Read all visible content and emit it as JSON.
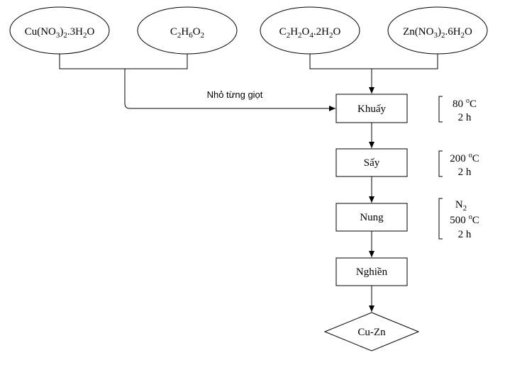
{
  "reagents": {
    "cu_nitrate": {
      "pre": "Cu(NO",
      "s1": "3",
      "mid": ")",
      "s2": "2",
      "post": ".3H",
      "s3": "2",
      "tail": "O"
    },
    "ethylene_glycol": {
      "a": "C",
      "s1": "2",
      "b": "H",
      "s2": "6",
      "c": "O",
      "s3": "2"
    },
    "oxalic_acid": {
      "a": "C",
      "s1": "2",
      "b": "H",
      "s2": "2",
      "c": "O",
      "s3": "4",
      "d": ".2H",
      "s4": "2",
      "e": "O"
    },
    "zn_nitrate": {
      "pre": "Zn(NO",
      "s1": "3",
      "mid": ")",
      "s2": "2",
      "post": ".6H",
      "s3": "2",
      "tail": "O"
    }
  },
  "edge_label": "Nhỏ từng giọt",
  "steps": {
    "stir": "Khuấy",
    "dry": "Sấy",
    "calcine": "Nung",
    "grind": "Nghiền"
  },
  "product": "Cu-Zn",
  "conditions": {
    "stir": {
      "temp": "80",
      "deg": "o",
      "unit": "C",
      "time": "2 h"
    },
    "dry": {
      "temp": "200",
      "deg": "o",
      "unit": "C",
      "time": "2 h"
    },
    "calcine": {
      "gas": "N",
      "gas_sub": "2",
      "temp": "500",
      "deg": "o",
      "unit": "C",
      "time": "2 h"
    }
  }
}
